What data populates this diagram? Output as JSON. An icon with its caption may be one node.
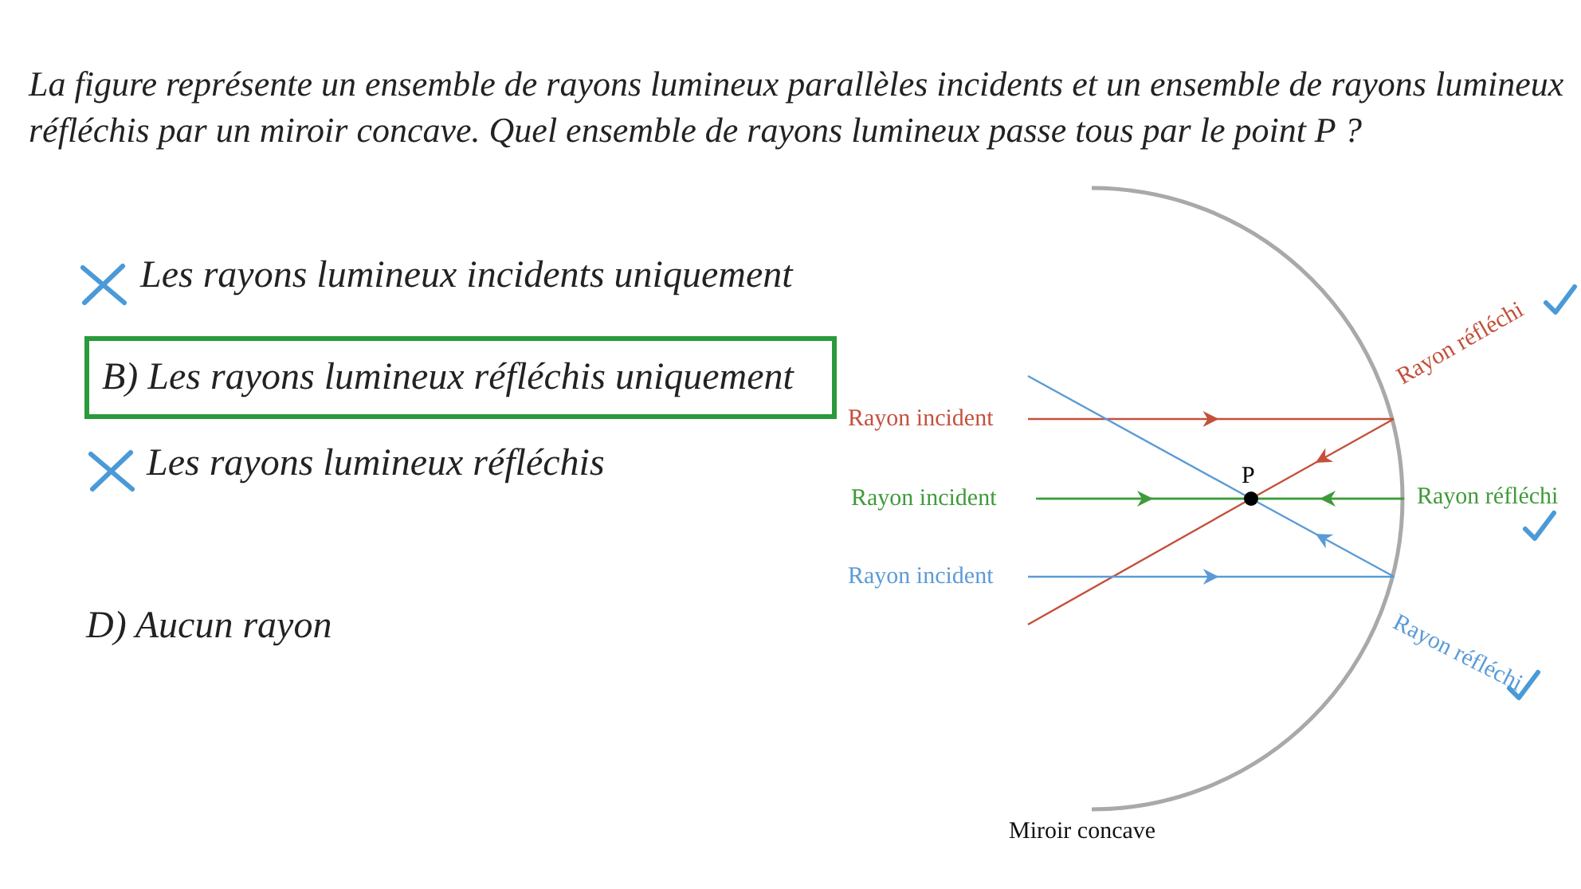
{
  "diagram": {
    "title": "La figure représente un ensemble de rayons lumineux parallèles incidents et un ensemble de rayons lumineux réfléchis par un miroir concave. Quel ensemble de rayons lumineux passe tous par le point P ?",
    "nodes": [
      {
        "text": [
          "B) Les rayons lumineux réfléchis uniquement"
        ]
      }
    ],
    "labels": [
      "Les rayons lumineux incidents uniquement",
      "Les rayons lumineux réfléchis",
      "D) Aucun rayon",
      "Rayon incident",
      "Rayon réfléchi",
      "Rayon incident",
      "P",
      "Rayon réfléchi",
      "Rayon incident",
      "Rayon réfléchi",
      "Miroir concave"
    ]
  }
}
